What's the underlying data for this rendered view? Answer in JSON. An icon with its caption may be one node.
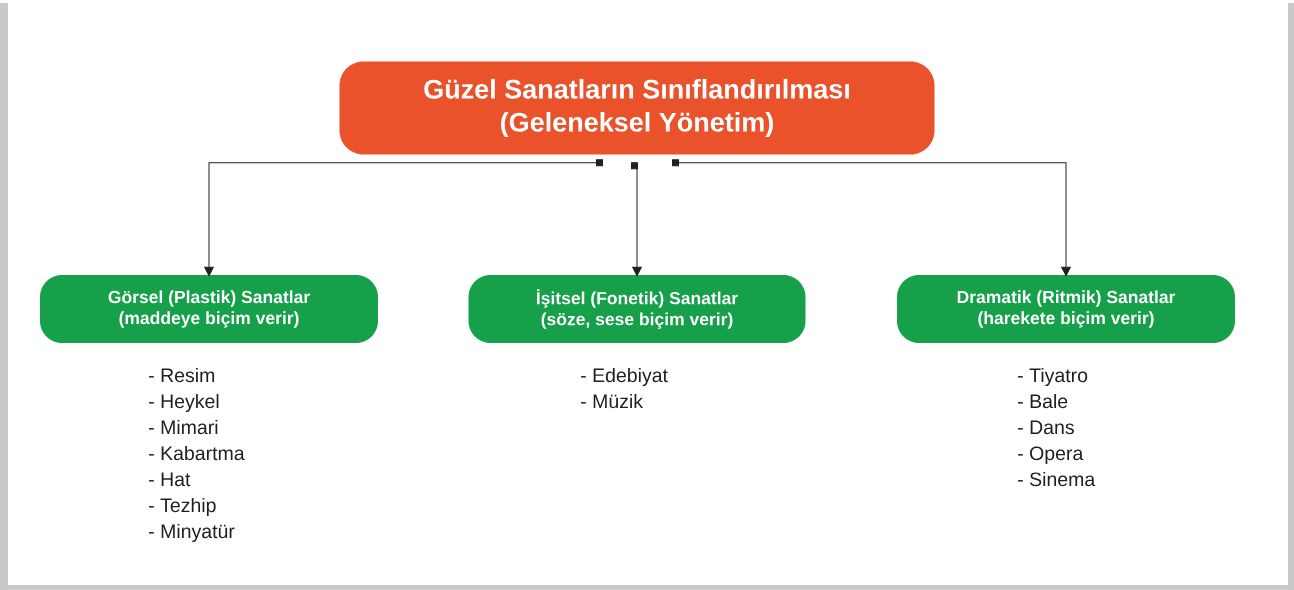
{
  "diagram": {
    "nodes": [
      {
        "text": [
          "Güzel Sanatların Sınıflandırılması",
          "(Geleneksel Yönetim)"
        ]
      },
      {
        "text": [
          "Görsel (Plastik) Sanatlar",
          "(maddeye biçim verir)"
        ],
        "beside": [
          "- Resim",
          "- Heykel",
          "- Mimari",
          "- Kabartma",
          "- Hat",
          "- Tezhip",
          "- Minyatür"
        ]
      },
      {
        "text": [
          "İşitsel (Fonetik) Sanatlar",
          "(söze, sese biçim verir)"
        ],
        "beside": [
          "- Edebiyat",
          "- Müzik"
        ]
      },
      {
        "text": [
          "Dramatik (Ritmik) Sanatlar",
          "(harekete biçim verir)"
        ],
        "beside": [
          "- Tiyatro",
          "- Bale",
          "- Dans",
          "- Opera",
          "- Sinema"
        ]
      }
    ],
    "edges": [
      {
        "from": 0,
        "to": 1,
        "arrow": "to"
      },
      {
        "from": 0,
        "to": 2,
        "arrow": "to"
      },
      {
        "from": 0,
        "to": 3,
        "arrow": "to"
      }
    ]
  }
}
